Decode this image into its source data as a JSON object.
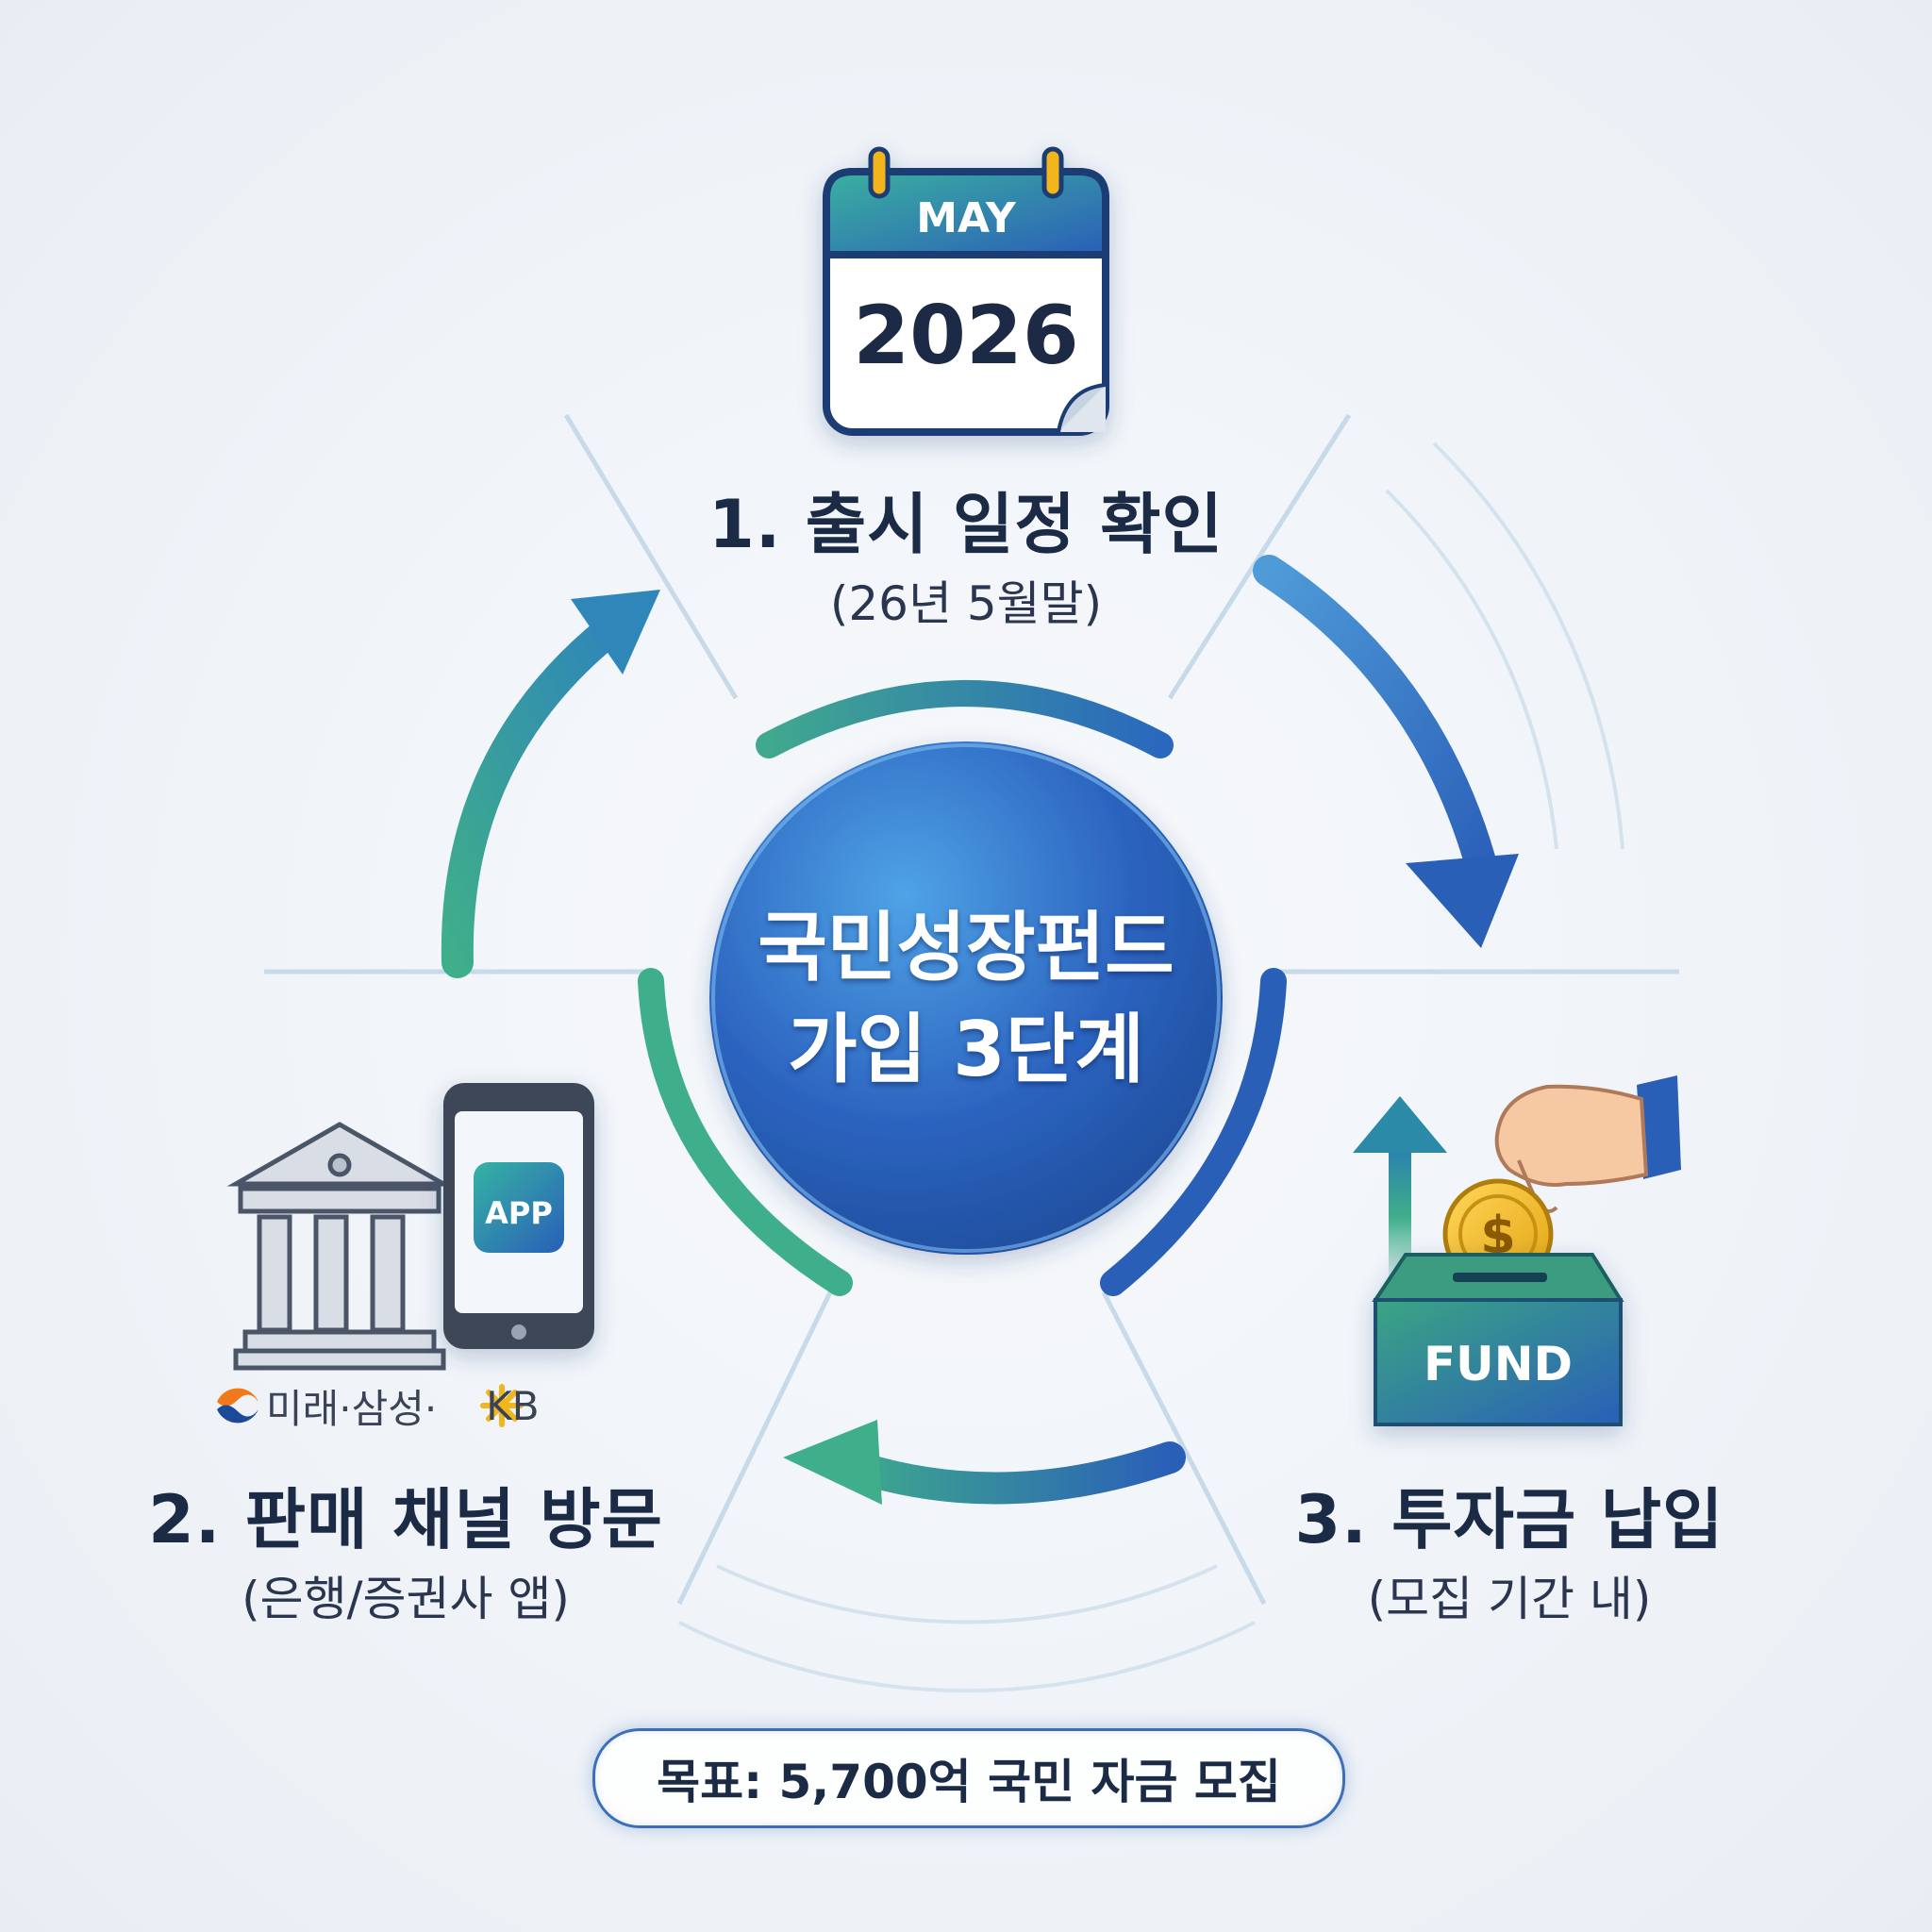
{
  "center": {
    "line1": "국민성장펀드",
    "line2": "가입 3단계"
  },
  "steps": [
    {
      "title": "1. 출시 일정 확인",
      "subtitle": "(26년 5월말)"
    },
    {
      "title": "2. 판매 채널 방문",
      "subtitle": "(은행/증권사 앱)"
    },
    {
      "title": "3. 투자금 납입",
      "subtitle": "(모집 기간 내)"
    }
  ],
  "calendar": {
    "month": "MAY",
    "year": "2026"
  },
  "app_icon": {
    "label": "APP"
  },
  "partners": {
    "names": "미래·삼성·",
    "kb": "KB"
  },
  "fund_box": {
    "label": "FUND",
    "coin_symbol": "$"
  },
  "goal": "목표: 5,700억 국민 자금 모집",
  "colors": {
    "primary_blue": "#2a5fb8",
    "teal_green": "#3fae8a",
    "navy_text": "#1b2a45",
    "gold": "#f2b51c"
  },
  "icons": [
    "calendar-icon",
    "bank-icon",
    "smartphone-icon",
    "mirae-logo-icon",
    "kb-logo-icon",
    "hand-icon",
    "coin-icon",
    "up-arrow-icon",
    "fund-box-icon"
  ]
}
